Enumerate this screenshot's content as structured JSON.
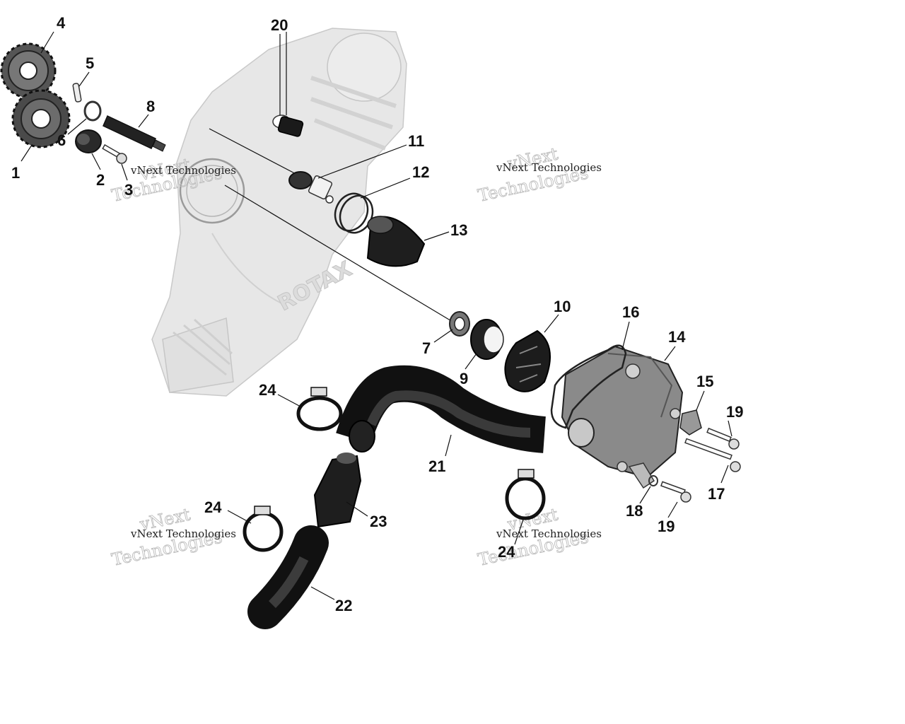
{
  "callouts": {
    "c1": "1",
    "c2": "2",
    "c3": "3",
    "c4": "4",
    "c5": "5",
    "c6": "6",
    "c7": "7",
    "c8": "8",
    "c9": "9",
    "c10": "10",
    "c11": "11",
    "c12": "12",
    "c13": "13",
    "c14": "14",
    "c15": "15",
    "c16": "16",
    "c17": "17",
    "c18": "18",
    "c19a": "19",
    "c19b": "19",
    "c20": "20",
    "c21": "21",
    "c22": "22",
    "c23": "23",
    "c24a": "24",
    "c24b": "24",
    "c24c": "24"
  },
  "watermark": {
    "line1": "vNext",
    "line2": "Technologies",
    "small": "vNext Technologies"
  },
  "engraving": "ROTAX"
}
